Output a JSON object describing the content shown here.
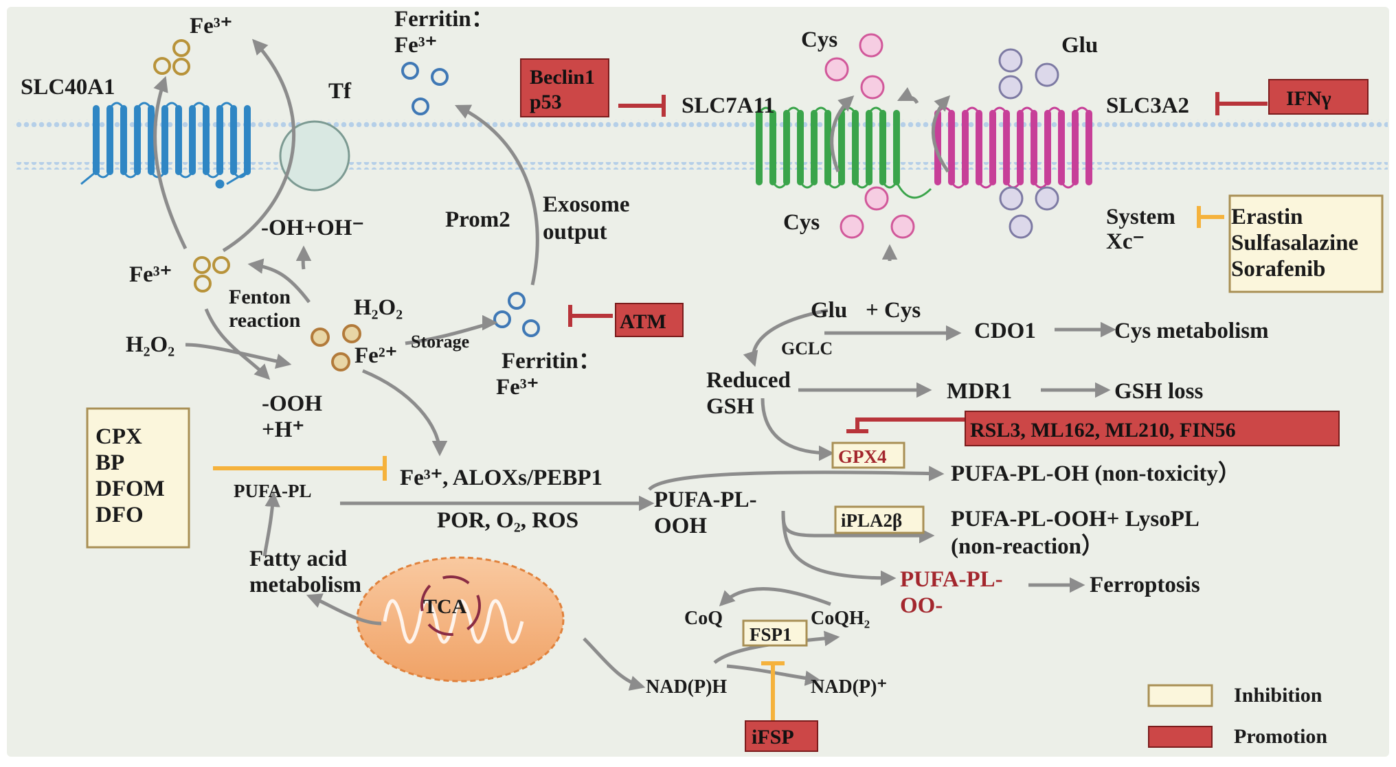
{
  "membrane": {
    "slc40a1": "SLC40A1",
    "tf": "Tf",
    "fe3_top": "Fe³⁺",
    "ferritin_top_1": "Ferritin：",
    "ferritin_top_2": "Fe³⁺",
    "slc7a11": "SLC7A11",
    "slc3a2": "SLC3A2",
    "cys_top": "Cys",
    "glu_top": "Glu",
    "cys_bottom": "Cys",
    "system_xc_1": "System",
    "system_xc_2": "Xc⁻"
  },
  "regulators": {
    "beclin1": "Beclin1",
    "p53": "p53",
    "ifng": "IFNγ",
    "atm": "ATM",
    "rsl3": "RSL3, ML162, ML210, FIN56",
    "ifsp": "iFSP",
    "erastin": "Erastin",
    "sulfasalazine": "Sulfasalazine",
    "sorafenib": "Sorafenib",
    "chelators": [
      "CPX",
      "BP",
      "DFOM",
      "DFO"
    ]
  },
  "iron": {
    "fe3_left": "Fe³⁺",
    "oh": "-OH+OH⁻",
    "fenton_1": "Fenton",
    "fenton_2": "reaction",
    "h2o2_right": "H₂O₂",
    "h2o2_left": "H₂O₂",
    "fe2": "Fe²⁺",
    "ooh_1": "-OOH",
    "ooh_2": "+H⁺",
    "storage": "Storage",
    "prom2": "Prom2",
    "exosome_1": "Exosome",
    "exosome_2": "output",
    "ferritin_mid_1": "Ferritin：",
    "ferritin_mid_2": "Fe³⁺"
  },
  "gsh": {
    "glu_cys_1": "Glu",
    "glu_cys_2": "+ Cys",
    "gclc": "GCLC",
    "cdo1": "CDO1",
    "cys_metabolism": "Cys metabolism",
    "reduced_1": "Reduced",
    "reduced_2": "GSH",
    "mdr1": "MDR1",
    "gsh_loss": "GSH loss",
    "gpx4": "GPX4"
  },
  "lipid": {
    "fe_alox": "Fe³⁺, ALOXs/PEBP1",
    "pufa_pl": "PUFA-PL",
    "por": "POR, O₂, ROS",
    "pufa_ooh_1": "PUFA-PL-",
    "pufa_ooh_2": "OOH",
    "pufa_oh": "PUFA-PL-OH (non-toxicity）",
    "ipla2b": "iPLA2β",
    "pufa_lyso_1": "PUFA-PL-OOH+ LysoPL",
    "pufa_lyso_2": "(non-reaction）",
    "pufa_oo_1": "PUFA-PL-",
    "pufa_oo_2": "OO-",
    "ferroptosis": "Ferroptosis",
    "fatty_1": "Fatty acid",
    "fatty_2": "metabolism",
    "tca": "TCA"
  },
  "fsp": {
    "coq": "CoQ",
    "fsp1": "FSP1",
    "coqh2": "CoQH₂",
    "nadph": "NAD(P)H",
    "nadp": "NAD(P)⁺"
  },
  "legend": {
    "inhibition": "Inhibition",
    "promotion": "Promotion"
  },
  "colors": {
    "background": "#ecefe8",
    "membrane_dot": "#b5cfe8",
    "red_box": "#cc4747",
    "yellow_box": "#fbf6dc",
    "inhibit_red": "#b8343a",
    "inhibit_orange": "#f5b23c",
    "arrow": "#8c8c8c",
    "slc40a1": "#2f86c4",
    "slc7a11": "#3aa44a",
    "slc3a2": "#c73f98",
    "dark_red_text": "#a3262d"
  }
}
